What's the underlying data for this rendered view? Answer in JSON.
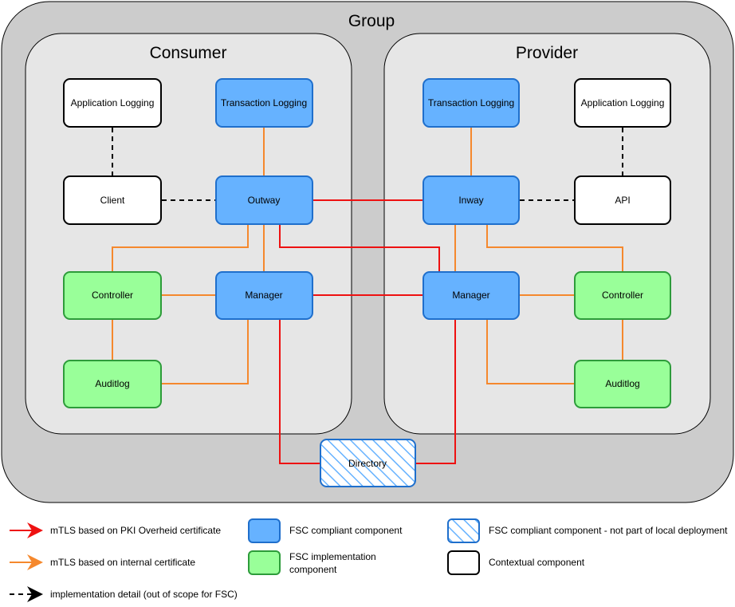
{
  "group": {
    "label": "Group"
  },
  "consumer": {
    "label": "Consumer",
    "components": {
      "application_logging": "Application Logging",
      "transaction_logging": "Transaction Logging",
      "client": "Client",
      "outway": "Outway",
      "controller": "Controller",
      "manager": "Manager",
      "auditlog": "Auditlog"
    }
  },
  "provider": {
    "label": "Provider",
    "components": {
      "transaction_logging": "Transaction Logging",
      "application_logging": "Application Logging",
      "inway": "Inway",
      "api": "API",
      "manager": "Manager",
      "controller": "Controller",
      "auditlog": "Auditlog"
    }
  },
  "directory": {
    "label": "Directory"
  },
  "legend": {
    "red_line": "mTLS based on PKI Overheid certificate",
    "orange_line": "mTLS based on internal certificate",
    "black_dashed": "implementation detail (out of scope for FSC)",
    "blue_box": "FSC compliant component",
    "green_box_line1": "FSC implementation",
    "green_box_line2": "component",
    "hatched_box": "FSC compliant component - not part of local deployment",
    "white_box": "Contextual component"
  },
  "colors": {
    "red": "#ee1111",
    "orange": "#f5882d",
    "blue_fill": "#66b2ff",
    "blue_stroke": "#1f6fcc",
    "green_fill": "#99ff99",
    "green_stroke": "#2d9c3a",
    "group_fill": "#cccccc",
    "zone_fill": "#e6e6e6"
  }
}
